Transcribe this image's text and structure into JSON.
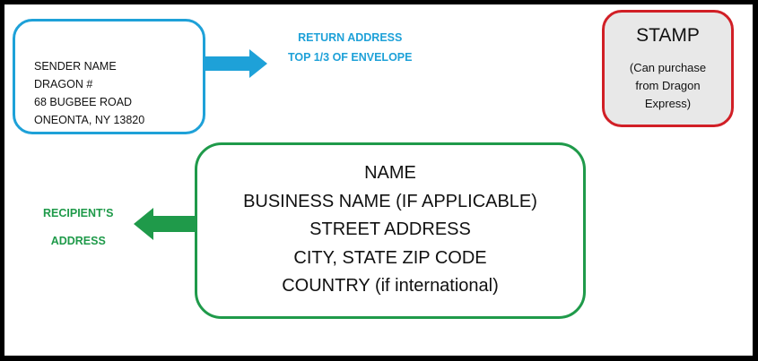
{
  "colors": {
    "sender_border": "#1ea1d8",
    "stamp_border": "#d11f26",
    "recipient_border": "#1f9a4a",
    "return_arrow": "#1ea1d8",
    "recipient_arrow": "#1f9a4a"
  },
  "sender": {
    "lines": [
      "SENDER NAME",
      "DRAGON #",
      "68 BUGBEE ROAD",
      "ONEONTA, NY 13820"
    ]
  },
  "return_address_label": {
    "lines": [
      "RETURN ADDRESS",
      "TOP 1/3 OF ENVELOPE"
    ]
  },
  "stamp": {
    "title": "STAMP",
    "note_lines": [
      "(Can purchase",
      "from Dragon",
      "Express)"
    ]
  },
  "recipient": {
    "lines": [
      "NAME",
      "BUSINESS NAME (IF APPLICABLE)",
      "STREET ADDRESS",
      "CITY, STATE ZIP CODE",
      "COUNTRY (if international)"
    ]
  },
  "recipient_label": {
    "lines": [
      "RECIPIENT’S",
      "ADDRESS"
    ]
  }
}
